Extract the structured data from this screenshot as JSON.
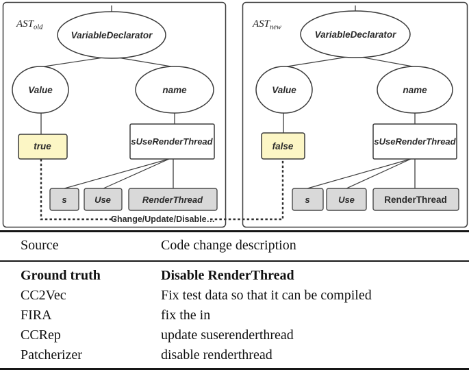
{
  "diagram": {
    "old": {
      "ast_label": "AST",
      "ast_sub": "old",
      "root": "VariableDeclarator",
      "value_node": "Value",
      "name_node": "name",
      "value_leaf": "true",
      "name_leaf": "sUseRenderThread",
      "tokens": [
        "s",
        "Use",
        "RenderThread"
      ]
    },
    "new": {
      "ast_label": "AST",
      "ast_sub": "new",
      "root": "VariableDeclarator",
      "value_node": "Value",
      "name_node": "name",
      "value_leaf": "false",
      "name_leaf": "sUseRenderThread",
      "tokens": [
        "s",
        "Use",
        "RenderThread"
      ]
    },
    "edge_label": "Change/Update/Disable…",
    "colors": {
      "leaf_yellow": "#fcf6c5",
      "token_gray": "#d9d9d9",
      "node_stroke": "#3d3d3d",
      "panel_stroke": "#3d3d3d"
    }
  },
  "table": {
    "columns": [
      "Source",
      "Code change description"
    ],
    "rows": [
      {
        "source": "Ground truth",
        "description": "Disable RenderThread"
      },
      {
        "source": "CC2Vec",
        "description": "Fix test data so that it can be compiled"
      },
      {
        "source": "FIRA",
        "description": "fix the in"
      },
      {
        "source": "CCRep",
        "description": "update suserenderthread"
      },
      {
        "source": "Patcherizer",
        "description": "disable renderthread"
      }
    ]
  }
}
